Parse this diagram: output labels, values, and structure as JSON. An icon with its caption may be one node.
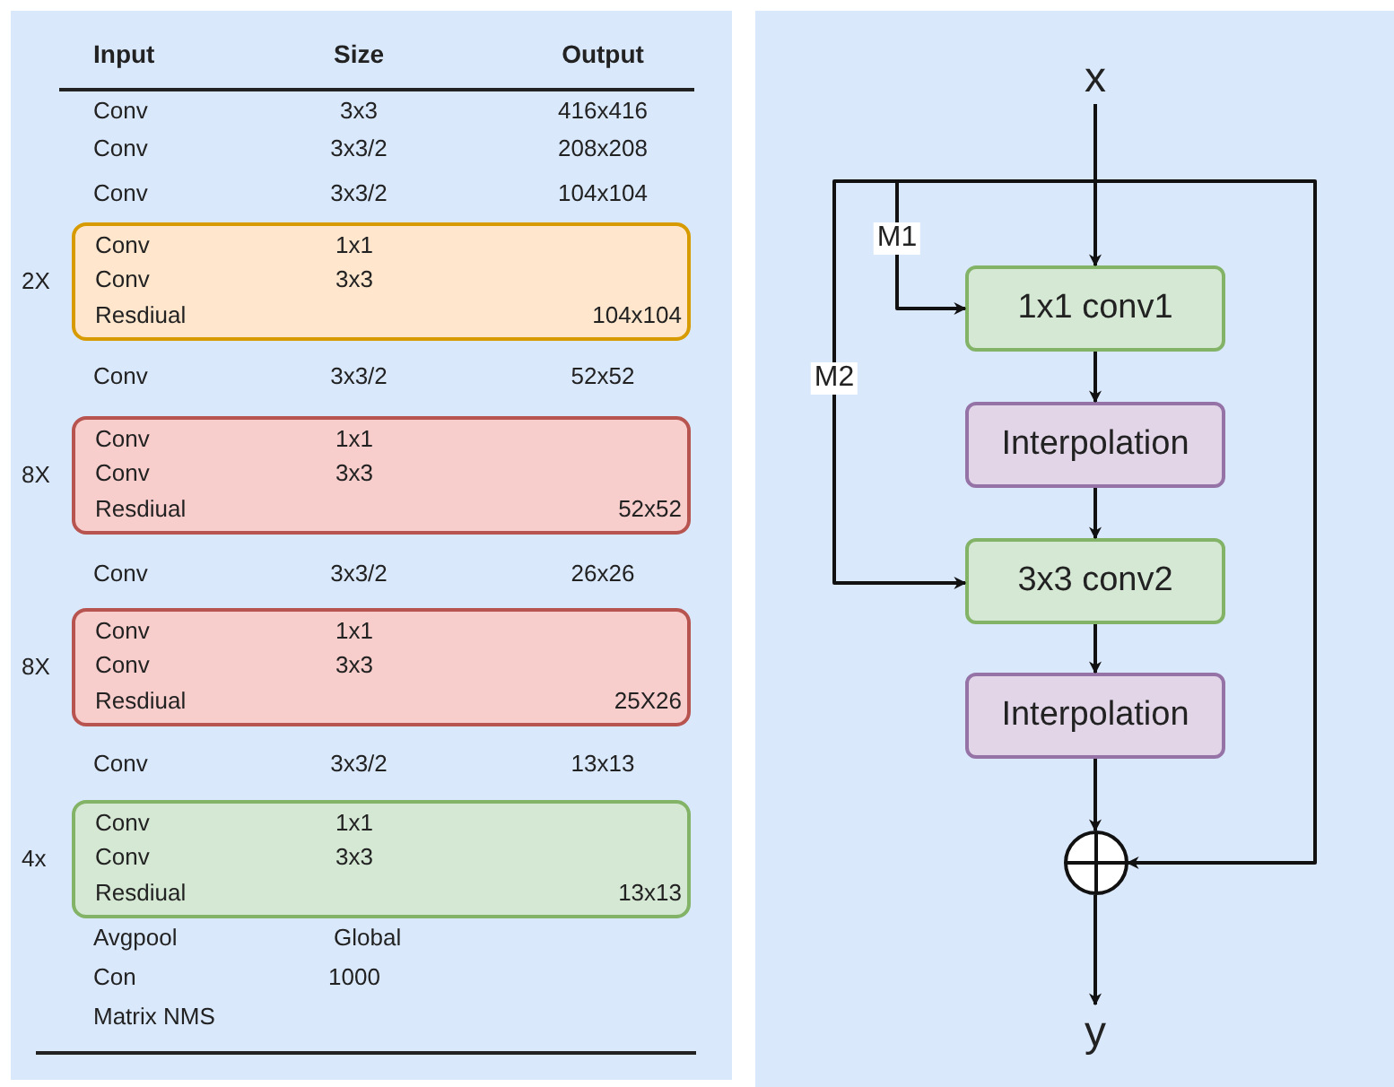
{
  "diagram": {
    "nodes": [
      {
        "text": [
          "Conv",
          "1x1",
          "Conv",
          "3x3",
          "Resdiual",
          "104x104"
        ],
        "beside": [
          "2X"
        ]
      },
      {
        "text": [
          "Conv",
          "1x1",
          "Conv",
          "3x3",
          "Resdiual",
          "52x52"
        ],
        "beside": [
          "8X"
        ]
      },
      {
        "text": [
          "Conv",
          "1x1",
          "Conv",
          "3x3",
          "Resdiual",
          "25X26"
        ],
        "beside": [
          "8X"
        ]
      },
      {
        "text": [
          "Conv",
          "1x1",
          "Conv",
          "3x3",
          "Resdiual",
          "13x13"
        ],
        "beside": [
          "4x"
        ]
      },
      {
        "text": [
          "x"
        ]
      },
      {
        "text": [
          "1x1 conv1"
        ]
      },
      {
        "text": [
          "Interpolation"
        ]
      },
      {
        "text": [
          "3x3 conv2"
        ]
      },
      {
        "text": [
          "Interpolation"
        ]
      },
      {
        "text": [],
        "shape": "circle"
      },
      {
        "text": [
          "y"
        ]
      }
    ],
    "edges": [
      {
        "from": 4,
        "to": 5,
        "arrow": "to"
      },
      {
        "from": 4,
        "to": 5,
        "arrow": "to",
        "label": "M1"
      },
      {
        "from": 4,
        "to": 7,
        "arrow": "to",
        "label": "M2"
      },
      {
        "from": 4,
        "to": 9,
        "arrow": "to"
      },
      {
        "from": 5,
        "to": 6,
        "arrow": "to"
      },
      {
        "from": 6,
        "to": 7,
        "arrow": "to"
      },
      {
        "from": 7,
        "to": 8,
        "arrow": "to"
      },
      {
        "from": 8,
        "to": 9,
        "arrow": "to"
      },
      {
        "from": 9,
        "to": 10,
        "arrow": "to"
      }
    ],
    "labels": [
      "Input",
      "Size",
      "Output",
      "Conv",
      "3x3",
      "416x416",
      "Conv",
      "3x3/2",
      "208x208",
      "Conv",
      "3x3/2",
      "104x104",
      "Conv",
      "3x3/2",
      "52x52",
      "Conv",
      "3x3/2",
      "26x26",
      "Conv",
      "3x3/2",
      "13x13",
      "Avgpool",
      "Global",
      "Con",
      "1000",
      "Matrix NMS"
    ]
  }
}
